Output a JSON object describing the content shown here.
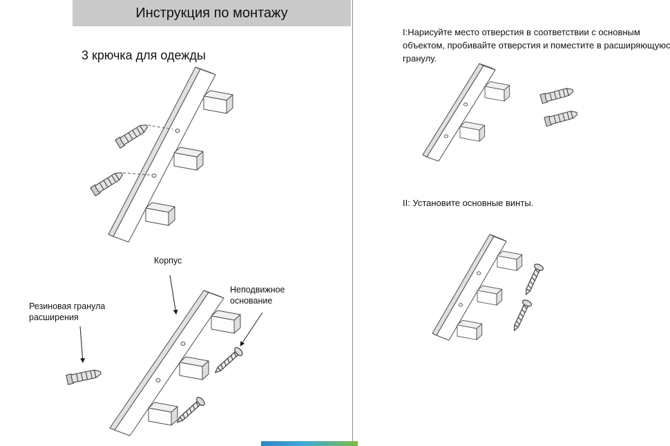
{
  "page": {
    "header_title": "Инструкция по монтажу",
    "subtitle": "3 крючка для одежды"
  },
  "steps": {
    "step1": "I:Нарисуйте место отверстия в соответствии с основным объектом, пробивайте отверстия и поместите в расширяющуюся гранулу.",
    "step2": "II: Установите основные винты."
  },
  "figure_labels": {
    "korpus": "Корпус",
    "granule": "Резиновая гранула расширения",
    "base": "Неподвижное основание"
  },
  "colors": {
    "header_bg": "#c9c9c9",
    "strip_blue": "#2e86c1",
    "strip_green": "#7dbb42",
    "line": "#4a4a4a"
  }
}
